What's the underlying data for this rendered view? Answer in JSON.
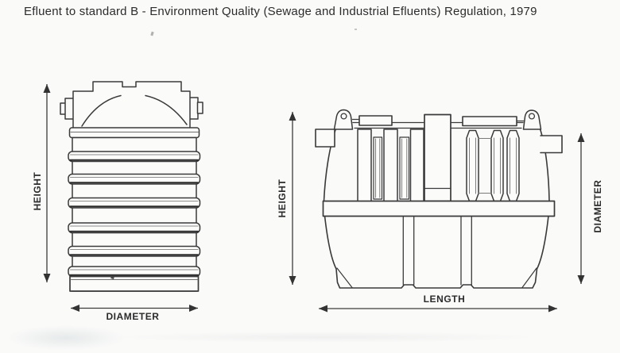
{
  "title": "Efluent to standard B - Environment Quality (Sewage and Industrial Efluents) Regulation, 1979",
  "figures": {
    "vertical_tank": {
      "drawing_name": "vertical-ribbed-cylindrical-tank-front-view",
      "height_label": "HEIGHT",
      "diameter_label": "DIAMETER"
    },
    "horizontal_tank": {
      "drawing_name": "horizontal-cylindrical-tank-side-view",
      "height_label": "HEIGHT",
      "diameter_label": "DIAMETER",
      "length_label": "LENGTH"
    }
  },
  "colors": {
    "ink": "#3a3a3a",
    "paper": "#fafaf9",
    "label_text": "#2b2b2b"
  }
}
